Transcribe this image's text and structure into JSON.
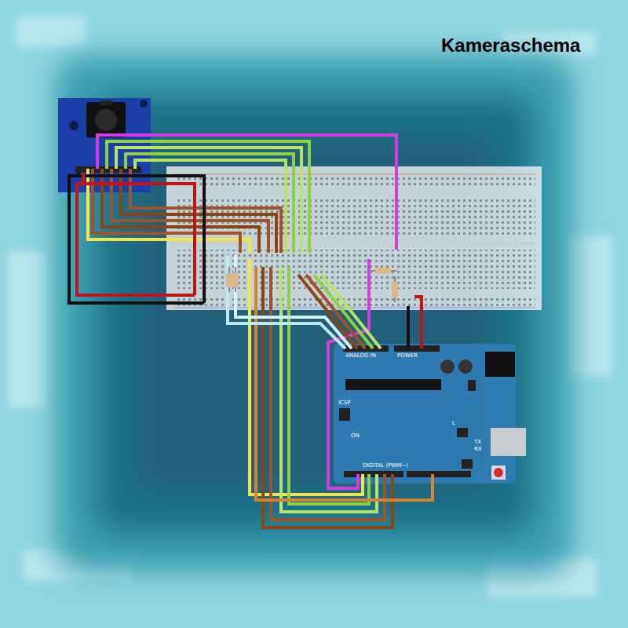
{
  "diagram": {
    "title": "Kameraschema",
    "labels": [
      "ANALOG IN",
      "POWER",
      "DIGITAL (PWM~)",
      "ICSP",
      "ON",
      "TX",
      "RX",
      "L"
    ]
  }
}
